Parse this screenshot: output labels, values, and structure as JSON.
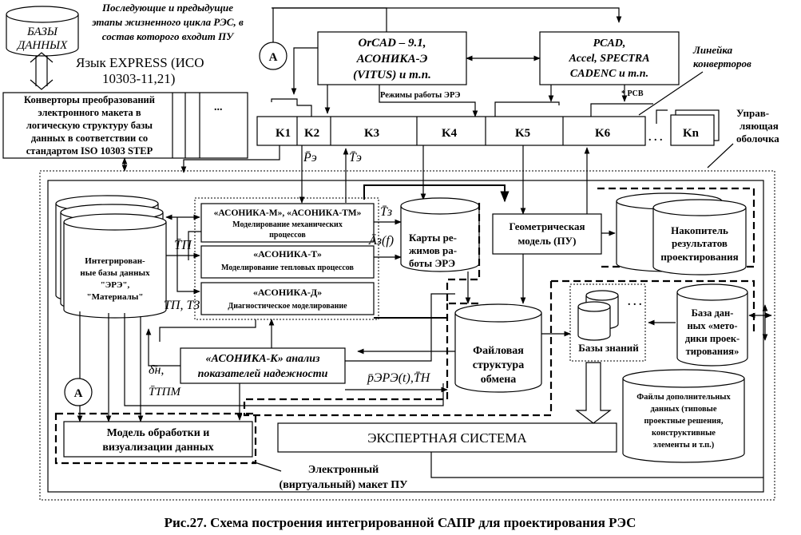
{
  "caption": "Рис.27. Схема построения интегрированной САПР для проектирования РЭС",
  "top": {
    "db_label": [
      "БАЗЫ",
      "ДАННЫХ"
    ],
    "lifecycle_note": [
      "Последующие и предыдущие",
      "этапы жизненного цикла РЭС, в",
      "состав которого входит ПУ"
    ],
    "express_label": [
      "Язык EXPRESS (ИСО",
      "10303-11,21)"
    ],
    "converters_label": [
      "Конверторы преобразований",
      "электронного макета в",
      "логическую структуру базы",
      "данных в соответствии со",
      "стандартом ISO 10303 STEP"
    ],
    "converters_dots": "...",
    "a_marker": "А",
    "orcad_label": [
      "OrCAD – 9.1,",
      "АСОНИКА-Э",
      "(VITUS) и т.п."
    ],
    "pcad_label": [
      "PCAD,",
      "Accel, SPECTRA",
      "CADENC  и т.п."
    ],
    "converter_line_label": [
      "Линейка",
      "конверторов"
    ],
    "modes_label": "Режимы работы ЭРЭ",
    "pcb_label": "* PCB",
    "shell_label": [
      "Управ-",
      "ляющая",
      "оболочка"
    ],
    "converters": [
      "K1",
      "K2",
      "K3",
      "K4",
      "K5",
      "K6",
      "Kn"
    ],
    "p_e": "P̄э",
    "t_e": "T̄э"
  },
  "modules": {
    "integrated_db": [
      "Интегрирован-",
      "ные базы данных",
      "\"ЭРЭ\",",
      "\"Материалы\""
    ],
    "asonika_m": [
      "«АСОНИКА-М», «АСОНИКА-ТМ»",
      "Моделирование механических",
      "процессов"
    ],
    "asonika_t": [
      "«АСОНИКА-Т»",
      "Моделирование тепловых процессов"
    ],
    "asonika_d": [
      "«АСОНИКА-Д»",
      "Диагностическое моделирование"
    ],
    "modes_map": [
      "Карты ре-",
      "жимов ра-",
      "боты ЭРЭ"
    ],
    "geo_model": [
      "Геометрическая",
      "модель (ПУ)"
    ],
    "results": [
      "Накопитель",
      "результатов",
      "проектирования"
    ],
    "file_struct": [
      "Файловая",
      "структура",
      "обмена"
    ],
    "knowledge": "Базы знаний",
    "knowledge_dots": ". . .",
    "methods_db": [
      "База дан-",
      "ных «мето-",
      "дики проек-",
      "тирования»"
    ],
    "extra_files": [
      "Файлы дополнительных",
      "данных (типовые",
      "проектные решения,",
      "конструктивные",
      "элементы и т.п.)"
    ],
    "asonika_k": [
      "«АСОНИКА-К» анализ",
      "показателей надежности"
    ],
    "processing": [
      "Модель обработки и",
      "визуализации данных"
    ],
    "expert": "ЭКСПЕРТНАЯ  СИСТЕМА",
    "virtual_model": [
      "Электронный",
      "(виртуальный) макет ПУ"
    ],
    "a_marker": "А",
    "sym_tp": "T̄П",
    "sym_tp_tz": "TП, TЗ",
    "sym_tz": "T̄з",
    "sym_az": "Āз(f)",
    "sym_delta": "δ̄н,",
    "sym_ttm": "T̄ТПМ",
    "sym_prez": "p̄ЭРЭ(t),T̄Н"
  }
}
